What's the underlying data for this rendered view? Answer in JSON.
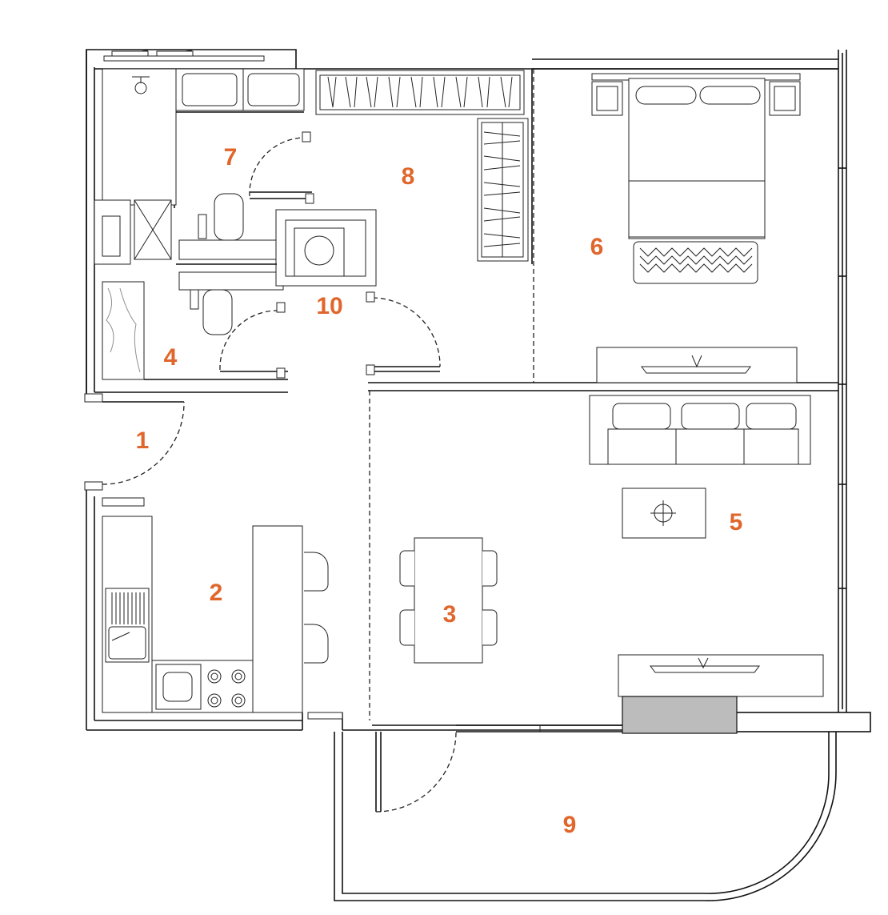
{
  "accent_color": "#e0662b",
  "rooms": [
    {
      "id": "1",
      "label": "1"
    },
    {
      "id": "2",
      "label": "2"
    },
    {
      "id": "3",
      "label": "3"
    },
    {
      "id": "4",
      "label": "4"
    },
    {
      "id": "5",
      "label": "5"
    },
    {
      "id": "6",
      "label": "6"
    },
    {
      "id": "7",
      "label": "7"
    },
    {
      "id": "8",
      "label": "8"
    },
    {
      "id": "9",
      "label": "9"
    },
    {
      "id": "10",
      "label": "10"
    }
  ]
}
